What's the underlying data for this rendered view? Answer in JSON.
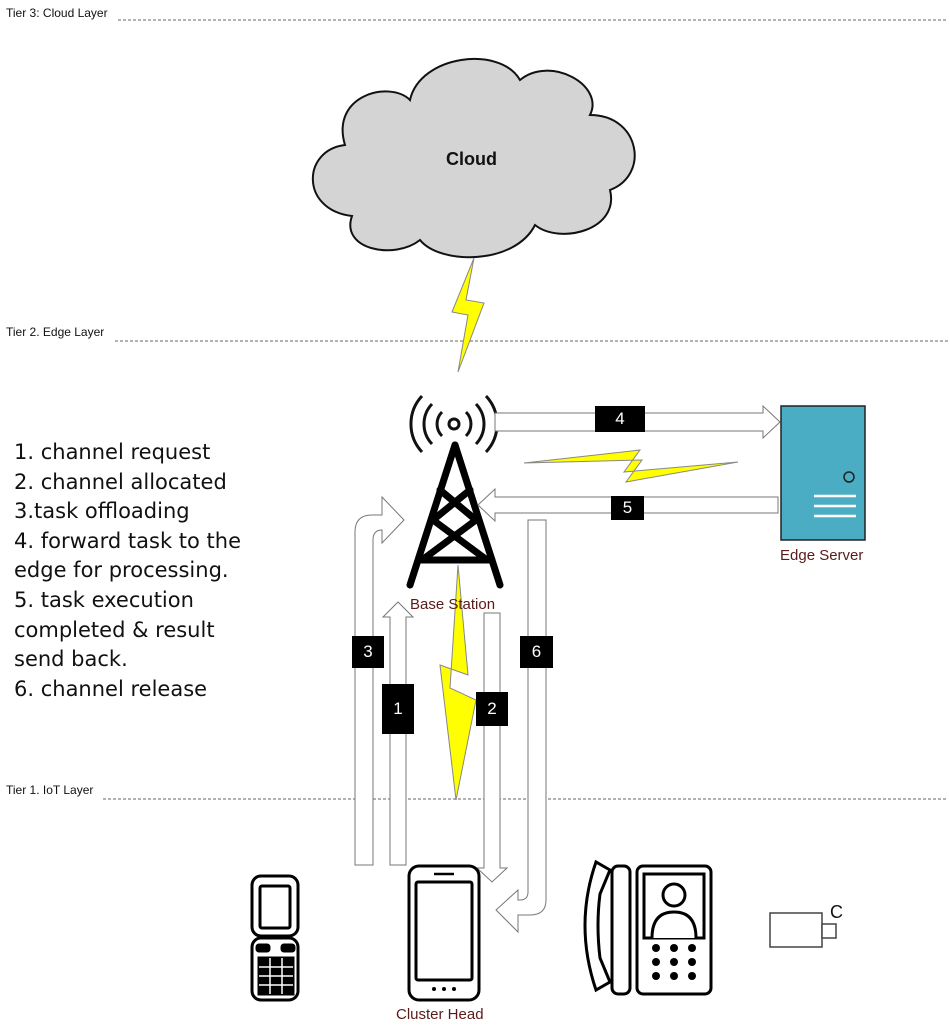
{
  "tiers": {
    "cloud": "Tier 3: Cloud Layer",
    "edge": "Tier 2. Edge Layer",
    "iot": "Tier 1. IoT Layer"
  },
  "cloud": {
    "label": "Cloud"
  },
  "base_station": {
    "label": "Base Station"
  },
  "edge_server": {
    "label": "Edge Server"
  },
  "cluster_head": {
    "label": "Cluster Head"
  },
  "camera": {
    "label": "C"
  },
  "legend": [
    "1. channel request",
    "2. channel allocated",
    "3.task offloading",
    "4. forward task to the",
    "edge for processing.",
    "5. task execution",
    "completed & result",
    "send back.",
    "6. channel release"
  ],
  "steps": [
    "1",
    "2",
    "3",
    "4",
    "5",
    "6"
  ],
  "colors": {
    "cloud_fill": "#d4d4d4",
    "lightning": "#ffff00",
    "server": "#4badc3",
    "caption": "#5a1a1a"
  }
}
